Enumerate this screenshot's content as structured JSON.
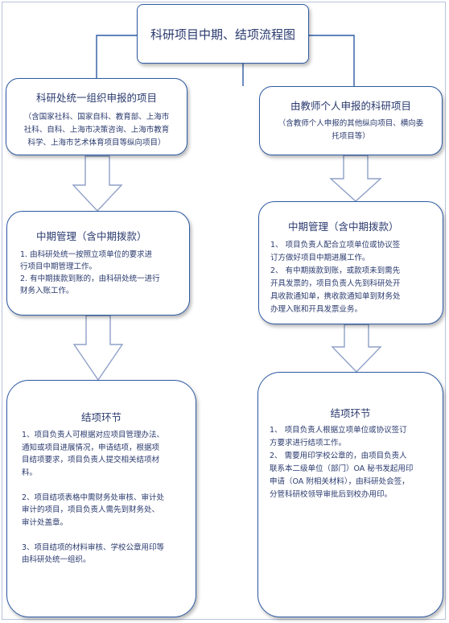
{
  "main_title": "科研项目中期、结项流程图",
  "left": {
    "top": {
      "title": "科研处统一组织申报的项目",
      "subtitle_lines": [
        "（含国家社科、国家自科、教育部、上海市",
        "社科、自科、上海市决策咨询、上海市教育",
        "科学、上海市艺术体育项目等纵向项目）"
      ]
    },
    "mid": {
      "title": "中期管理（含中期拨款）",
      "lines": [
        "1.   由科研处统一按照立项单位的要求进",
        "     行项目中期管理工作。",
        "2.   有中期拨款到账的，由科研处统一进行",
        "     财务入账工作。"
      ]
    },
    "end": {
      "title": "结项环节",
      "lines": [
        "1、项目负责人可根据对应项目管理办法、",
        "通知或项目进展情况，申请结项，根据项",
        "目结项要求，项目负责人提交相关结项材",
        "料。",
        "",
        "2、项目结项表格中需财务处审核、审计处",
        "审计的项目，项目负责人需先到财务处、",
        "审计处盖章。",
        "",
        "3、项目结项的材料审核、学校公章用印等",
        "由科研处统一组织。"
      ]
    }
  },
  "right": {
    "top": {
      "title": "由教师个人申报的科研项目",
      "subtitle_lines": [
        "（含教师个人申报的其他纵向项目、横向委",
        "托项目等）"
      ]
    },
    "mid": {
      "title": "中期管理（含中期拨款）",
      "lines": [
        "1、    项目负责人配合立项单位或协议签",
        "     订方做好项目中期进展工作。",
        "2、    有中期拨款到账，或款项未到需先",
        "     开具发票的，项目负责人先到科研处开",
        "     具收款通知单，携收款通知单到财务处",
        "     办理入账和开具发票业务。"
      ]
    },
    "end": {
      "title": "结项环节",
      "lines": [
        "1、  项目负责人根据立项单位或协议签订",
        "方要求进行结项工作。",
        "2、  需要用印学校公章的，由项目负责人",
        "联系本二级单位（部门）OA 秘书发起用印",
        "申请（OA 附相关材料），由科研处会签，",
        "分管科研校领导审批后到校办用印。"
      ]
    }
  }
}
